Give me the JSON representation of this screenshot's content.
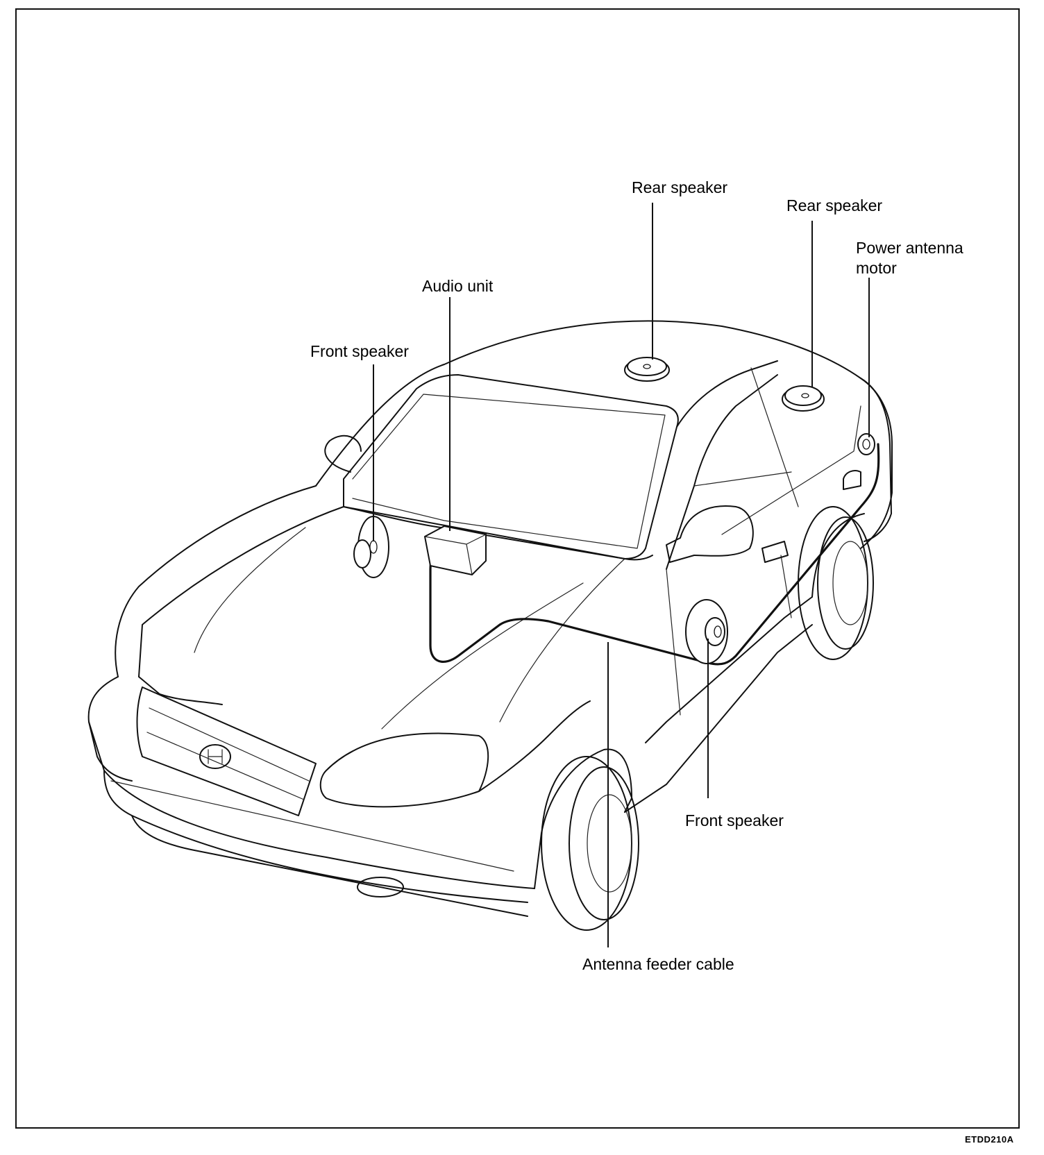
{
  "diagram": {
    "labels": {
      "rear_speaker_top": "Rear speaker",
      "rear_speaker_right": "Rear speaker",
      "power_antenna_motor": "Power antenna motor",
      "audio_unit": "Audio unit",
      "front_speaker_left": "Front speaker",
      "front_speaker_right": "Front speaker",
      "antenna_feeder_cable": "Antenna feeder cable"
    },
    "figure_code": "ETDD210A"
  },
  "colors": {
    "line": "#111111",
    "background": "#ffffff"
  }
}
